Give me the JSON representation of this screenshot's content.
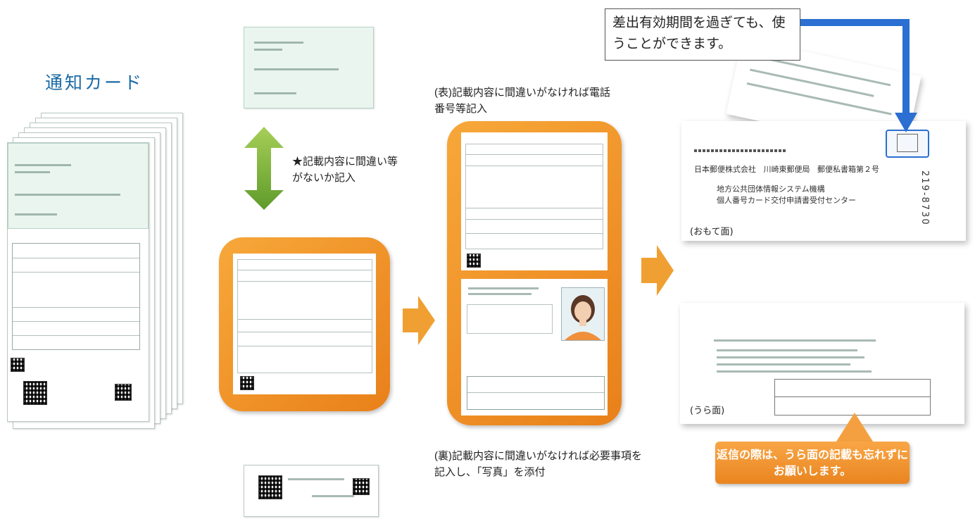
{
  "title": "通知カード",
  "center_note": "★記載内容に間違い等がないか記入",
  "front_caption": "(表)記載内容に間違いがなければ電話番号等記入",
  "back_caption": "(裏)記載内容に間違いがなければ必要事項を記入し、「写真」を添付",
  "validity_note": "差出有効期間を過ぎても、使うことができます。",
  "envelope_front": {
    "label": "(おもて面)",
    "company": "日本郵便株式会社",
    "branch": "川崎東郵便局",
    "pobox": "郵便私書箱第２号",
    "org1": "地方公共団体情報システム機構",
    "org2": "個人番号カード交付申請書受付センター",
    "postal": "219-8730"
  },
  "envelope_back": {
    "label": "(うら面)"
  },
  "reply_note": "返信の際は、うら面の記載も忘れずにお願いします。",
  "colors": {
    "orange": "#f09a2e",
    "blue": "#2a6fd1",
    "green": "#7cb342",
    "title_blue": "#1a6aa6"
  }
}
